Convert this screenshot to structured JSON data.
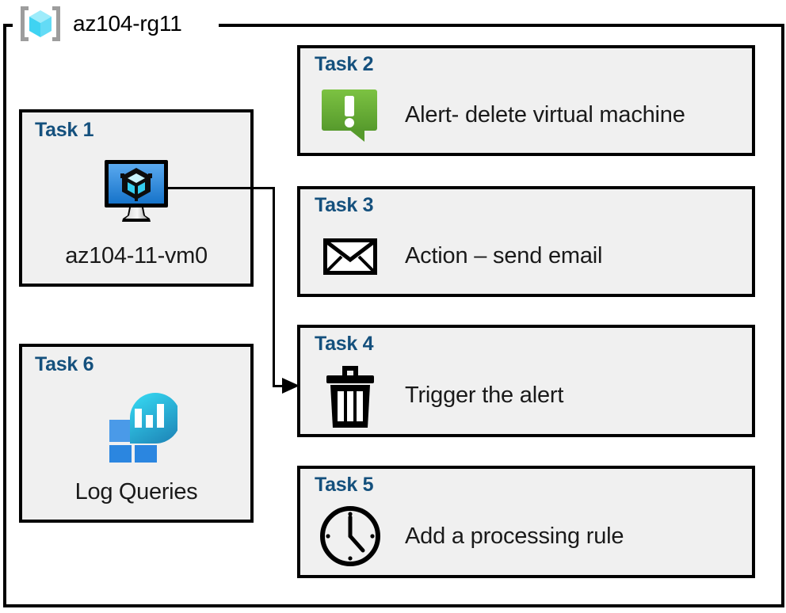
{
  "diagram": {
    "type": "azure-resource-group-task-diagram",
    "resource_group": {
      "name": "az104-rg11",
      "icon": "resource-group-cube-icon"
    },
    "colors": {
      "task_label": "#14507d",
      "box_fill": "#f0f0f0",
      "box_border": "#000000",
      "page_background": "#ffffff",
      "alert_green": "#6fb839",
      "vm_blue": "#2f7ed8",
      "log_analytics_blue": "#2b86e0",
      "log_analytics_teal": "#2bc9e0"
    },
    "tasks": [
      {
        "id": "task1",
        "label": "Task 1",
        "icon": "virtual-machine-icon",
        "caption": "az104-11-vm0",
        "column": "left"
      },
      {
        "id": "task2",
        "label": "Task 2",
        "icon": "alert-bubble-icon",
        "caption": "Alert- delete virtual machine",
        "column": "right"
      },
      {
        "id": "task3",
        "label": "Task 3",
        "icon": "envelope-icon",
        "caption": "Action – send email",
        "column": "right"
      },
      {
        "id": "task4",
        "label": "Task 4",
        "icon": "trash-can-icon",
        "caption": "Trigger the alert",
        "column": "right"
      },
      {
        "id": "task5",
        "label": "Task 5",
        "icon": "clock-icon",
        "caption": "Add a processing rule",
        "column": "right"
      },
      {
        "id": "task6",
        "label": "Task 6",
        "icon": "log-analytics-icon",
        "caption": "Log Queries",
        "column": "left"
      }
    ],
    "connectors": [
      {
        "id": "vm-to-trigger",
        "from": "task1",
        "to": "task4",
        "arrow": "arrowhead-right-icon"
      }
    ]
  }
}
